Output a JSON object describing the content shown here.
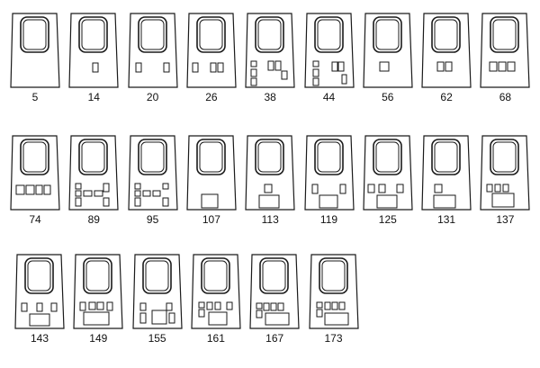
{
  "figure": {
    "panels": [
      {
        "label": "5"
      },
      {
        "label": "14"
      },
      {
        "label": "20"
      },
      {
        "label": "26"
      },
      {
        "label": "38"
      },
      {
        "label": "44"
      },
      {
        "label": "56"
      },
      {
        "label": "62"
      },
      {
        "label": "68"
      },
      {
        "label": "74"
      },
      {
        "label": "89"
      },
      {
        "label": "95"
      },
      {
        "label": "107"
      },
      {
        "label": "113"
      },
      {
        "label": "119"
      },
      {
        "label": "125"
      },
      {
        "label": "131"
      },
      {
        "label": "137"
      },
      {
        "label": "143"
      },
      {
        "label": "149"
      },
      {
        "label": "155"
      },
      {
        "label": "161"
      },
      {
        "label": "167"
      },
      {
        "label": "173"
      }
    ]
  }
}
